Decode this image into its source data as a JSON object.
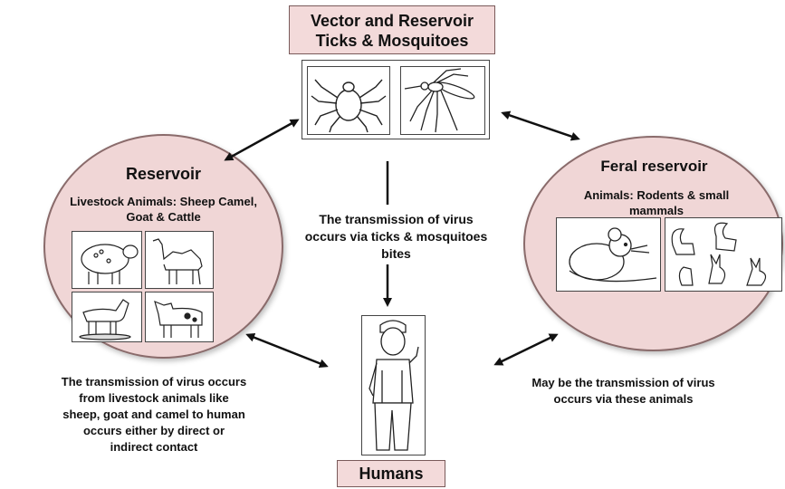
{
  "vector": {
    "title_line1": "Vector and Reservoir",
    "title_line2": "Ticks & Mosquitoes"
  },
  "reservoir": {
    "title": "Reservoir",
    "subtitle_line1": "Livestock Animals: Sheep Camel,",
    "subtitle_line2": "Goat & Cattle"
  },
  "feral": {
    "title": "Feral reservoir",
    "subtitle_line1": "Animals: Rodents & small",
    "subtitle_line2": "mammals"
  },
  "center_text": {
    "line1": "The transmission of virus",
    "line2": "occurs via ticks & mosquitoes",
    "line3": "bites"
  },
  "left_bottom_text": {
    "line1": "The transmission of virus occurs",
    "line2": "from livestock animals like",
    "line3": "sheep, goat and camel to human",
    "line4": "occurs either by direct or",
    "line5": "indirect contact"
  },
  "right_bottom_text": {
    "line1": "May be the transmission of virus",
    "line2": "occurs via these animals"
  },
  "humans": {
    "title": "Humans"
  },
  "icons": [
    "tick-icon",
    "mosquito-icon",
    "sheep-icon",
    "camel-icon",
    "goat-icon",
    "cow-icon",
    "mouse-icon",
    "squirrels-rabbits-icon",
    "human-figure-icon"
  ],
  "colors": {
    "box_fill": "#f3dada",
    "circle_fill": "#f0d6d6",
    "border": "#7a5a5a"
  }
}
